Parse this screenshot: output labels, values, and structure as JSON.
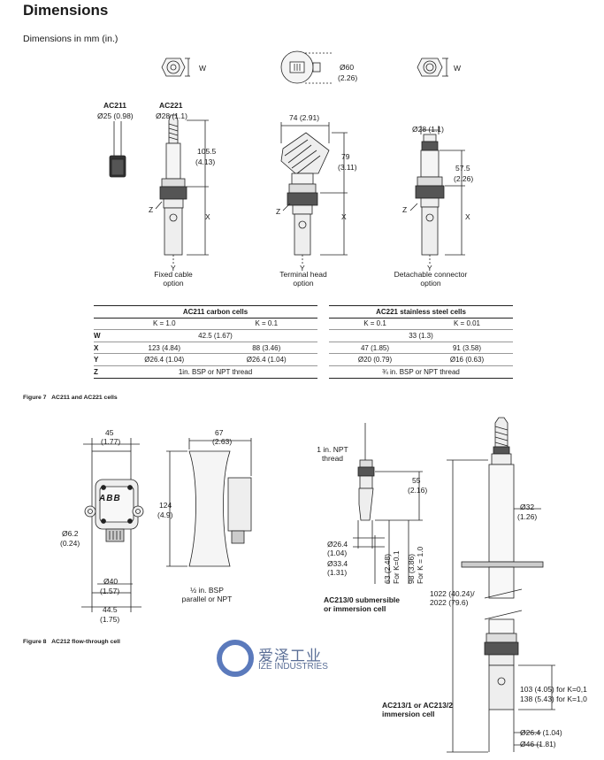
{
  "title": "Dimensions",
  "subtitle": "Dimensions in mm (in.)",
  "fig7": {
    "ac211": {
      "name": "AC211",
      "diam": "Ø25 (0.98)"
    },
    "ac221": {
      "name": "AC221",
      "diam": "Ø28 (1.1)"
    },
    "w": "W",
    "h105": "105.5",
    "h105in": "(4.13)",
    "z": "Z",
    "x": "X",
    "y": "Y",
    "cap_fixed": [
      "Fixed cable",
      "option"
    ],
    "d60": "Ø60",
    "d60in": "(2.26)",
    "w74": "74 (2.91)",
    "h79": "79",
    "h79in": "(3.11)",
    "cap_terminal": [
      "Terminal head",
      "option"
    ],
    "d28": "Ø28 (1.1)",
    "h575": "57.5",
    "h575in": "(2.26)",
    "cap_detach": [
      "Detachable connector",
      "option"
    ],
    "caption_num": "Figure 7",
    "caption_text": "AC211 and AC221 cells"
  },
  "table_left": {
    "header": "AC211 carbon cells",
    "k_labels": [
      "K = 1.0",
      "K = 0.1"
    ],
    "rows": [
      {
        "label": "W",
        "span": "42.5 (1.67)"
      },
      {
        "label": "X",
        "a": "123 (4.84)",
        "b": "88 (3.46)"
      },
      {
        "label": "Y",
        "a": "Ø26.4 (1.04)",
        "b": "Ø26.4 (1.04)"
      },
      {
        "label": "Z",
        "span": "1in. BSP or NPT thread"
      }
    ]
  },
  "table_right": {
    "header": "AC221 stainless steel cells",
    "k_labels": [
      "K = 0.1",
      "K = 0.01"
    ],
    "rows": [
      {
        "span": "33 (1.3)"
      },
      {
        "a": "47 (1.85)",
        "b": "91 (3.58)"
      },
      {
        "a": "Ø20 (0.79)",
        "b": "Ø16 (0.63)"
      },
      {
        "span": "¾ in. BSP or NPT thread"
      }
    ]
  },
  "fig8": {
    "w45": "45",
    "w45in": "(1.77)",
    "w67": "67",
    "w67in": "(2.63)",
    "h124": "124",
    "h124in": "(4.9)",
    "d62": "Ø6.2",
    "d62in": "(0.24)",
    "d40": "Ø40",
    "d40in": "(1.57)",
    "w445": "44.5",
    "w445in": "(1.75)",
    "bsp": [
      "½ in. BSP",
      "parallel or NPT"
    ],
    "logo": "ABB",
    "caption_num": "Figure 8",
    "caption_text": "AC212 flow-through cell"
  },
  "ac213": {
    "npt": [
      "1 in. NPT",
      "thread"
    ],
    "h55": "55",
    "h55in": "(2.16)",
    "d264": "Ø26.4",
    "d264in": "(1.04)",
    "d334": "Ø33.4",
    "d334in": "(1.31)",
    "v63": "63 (2.48)",
    "v63k": "For K=0.1",
    "v98": "98 (3.86)",
    "v98k": "For K = 1.0",
    "cap0": [
      "AC213/0 submersible",
      "or immersion cell"
    ],
    "d32": "Ø32",
    "d32in": "(1.26)",
    "len": [
      "1022 (40.24)/",
      "2022 (79.6)"
    ],
    "l103": "103 (4.05) for K=0,1",
    "l138": "138 (5.43) for K=1,0",
    "cap12": [
      "AC213/1 or AC213/2",
      "immersion cell"
    ],
    "b264": "Ø26.4 (1.04)",
    "b46": "Ø46 (1.81)"
  },
  "watermark": {
    "cn": "爱泽工业",
    "en": "IZE INDUSTRIES"
  }
}
